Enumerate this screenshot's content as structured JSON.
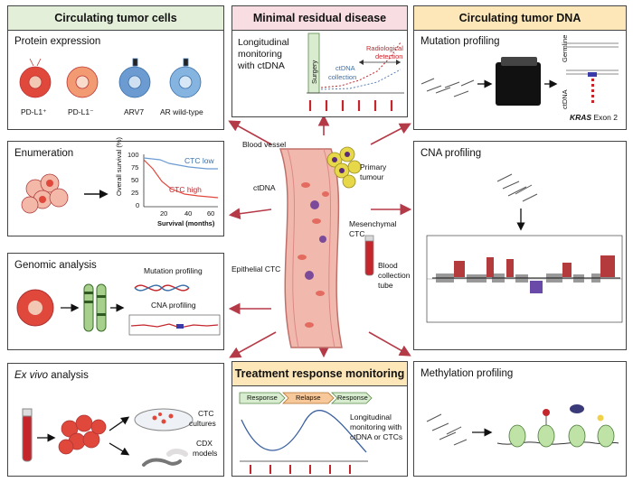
{
  "headers": {
    "ctc": "Circulating tumor cells",
    "mrd": "Minimal residual disease",
    "ctdna": "Circulating tumor DNA",
    "treatment": "Treatment response monitoring"
  },
  "ctc_panels": {
    "protein": {
      "title": "Protein expression",
      "cells": [
        "PD-L1⁺",
        "PD-L1⁻",
        "ARV7",
        "AR wild-type"
      ]
    },
    "enumeration": {
      "title": "Enumeration",
      "ylabel": "Overall survival (%)",
      "yticks": [
        "100",
        "75",
        "50",
        "25",
        "0"
      ],
      "xticks": [
        "20",
        "40",
        "60"
      ],
      "xlabel": "Survival (months)",
      "ctc_low": "CTC low",
      "ctc_high": "CTC high"
    },
    "genomic": {
      "title": "Genomic analysis",
      "mutation": "Mutation profiling",
      "cna": "CNA profiling"
    },
    "exvivo": {
      "title_italic": "Ex vivo",
      "title_rest": " analysis",
      "cultures_1": "CTC",
      "cultures_2": "cultures",
      "cdx_1": "CDX",
      "cdx_2": "models"
    }
  },
  "mrd": {
    "desc_1": "Longitudinal",
    "desc_2": "monitoring",
    "desc_3": "with ctDNA",
    "surgery": "Surgery",
    "ctdna_1": "ctDNA",
    "ctdna_2": "collection",
    "radio_1": "Radiological",
    "radio_2": "detection"
  },
  "center": {
    "blood_vessel": "Blood vessel",
    "primary_1": "Primary",
    "primary_2": "tumour",
    "ctdna": "ctDNA",
    "mesenchymal_1": "Mesenchymal",
    "mesenchymal_2": "CTC",
    "epithelial": "Epithelial CTC",
    "blood_1": "Blood",
    "blood_2": "collection",
    "blood_3": "tube"
  },
  "ctdna_panels": {
    "mutation": {
      "title": "Mutation profiling",
      "germline": "Germline",
      "ctdna": "ctDNA",
      "gene_italic": "KRAS",
      "gene_rest": " Exon 2"
    },
    "cna": {
      "title": "CNA profiling"
    },
    "methylation": {
      "title": "Methylation profiling"
    }
  },
  "treatment": {
    "phases": [
      "Response",
      "Relapse",
      "Response"
    ],
    "desc_1": "Longitudinal",
    "desc_2": "monitoring with",
    "desc_3": "ctDNA or CTCs"
  },
  "colors": {
    "cell_red": "#e0483c",
    "cell_blue": "#6c9bd2",
    "arrow": "#b53a48",
    "green_header": "#e3efd9",
    "pink_header": "#f8dde2",
    "yellow_header": "#fde7b9"
  }
}
